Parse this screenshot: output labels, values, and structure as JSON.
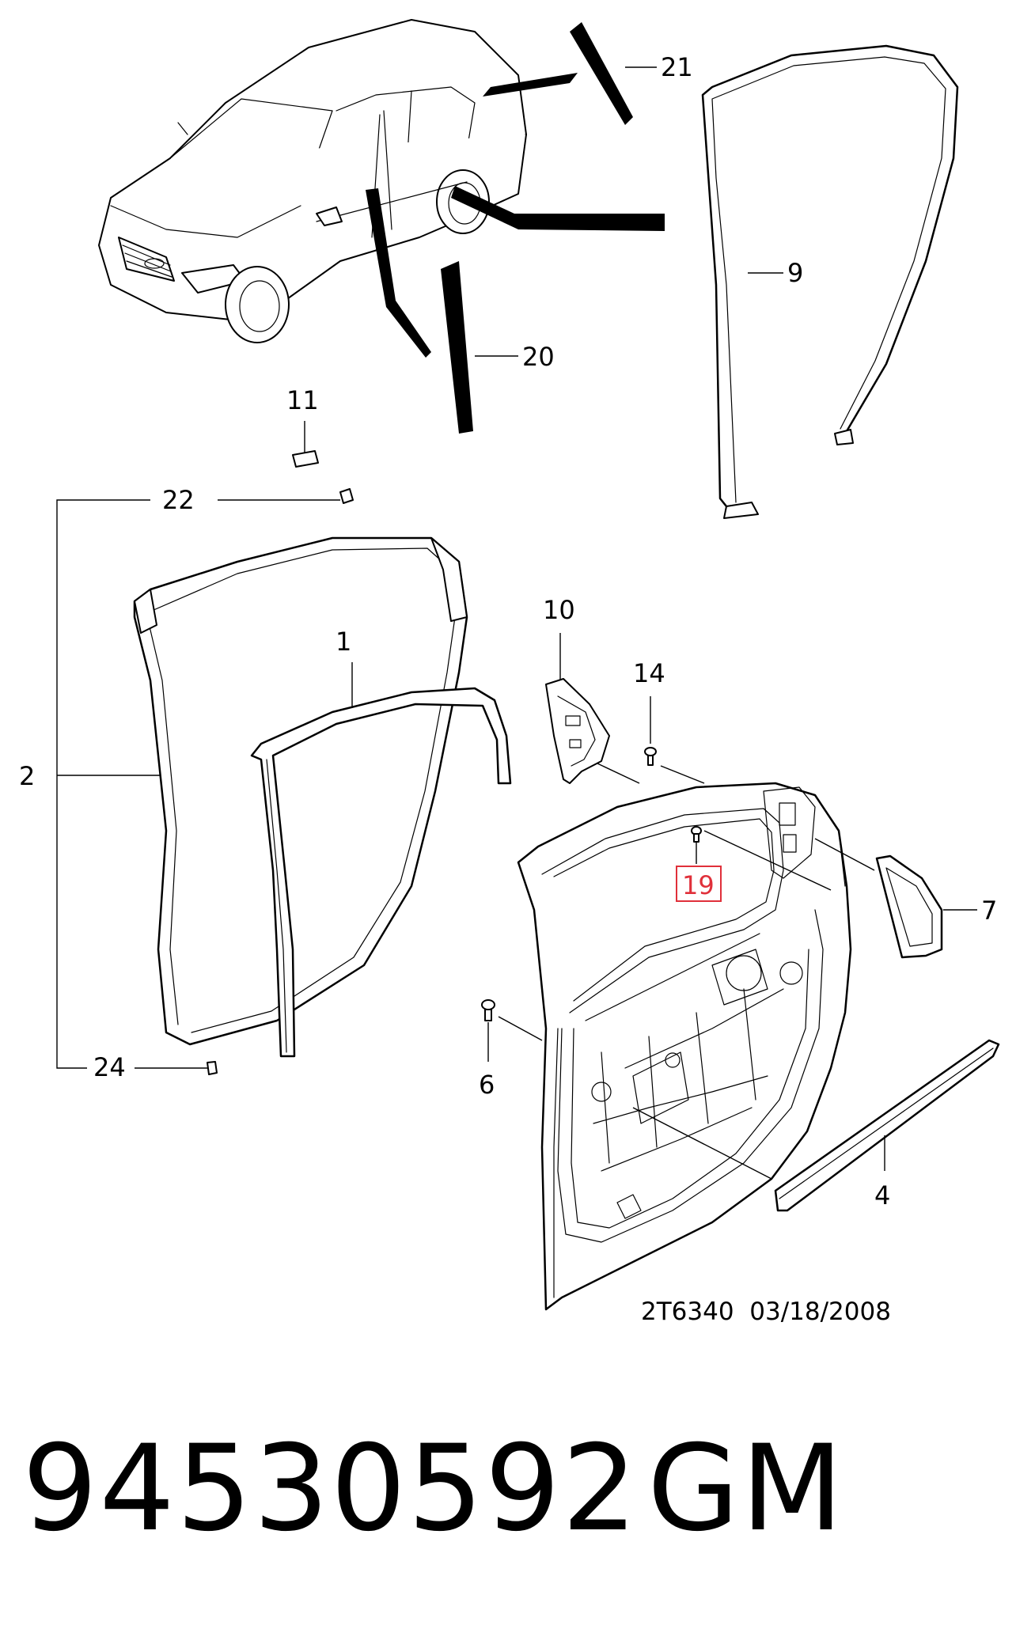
{
  "diagram": {
    "callouts": {
      "c1": "1",
      "c2": "2",
      "c4": "4",
      "c6": "6",
      "c7": "7",
      "c9": "9",
      "c10": "10",
      "c11": "11",
      "c14": "14",
      "c19": "19",
      "c20": "20",
      "c21": "21",
      "c22": "22",
      "c24": "24"
    },
    "highlighted_callout": "19",
    "highlight_color": "#e0303a",
    "reference": "2T6340  03/18/2008"
  },
  "part_number": "94530592",
  "brand": "GM"
}
